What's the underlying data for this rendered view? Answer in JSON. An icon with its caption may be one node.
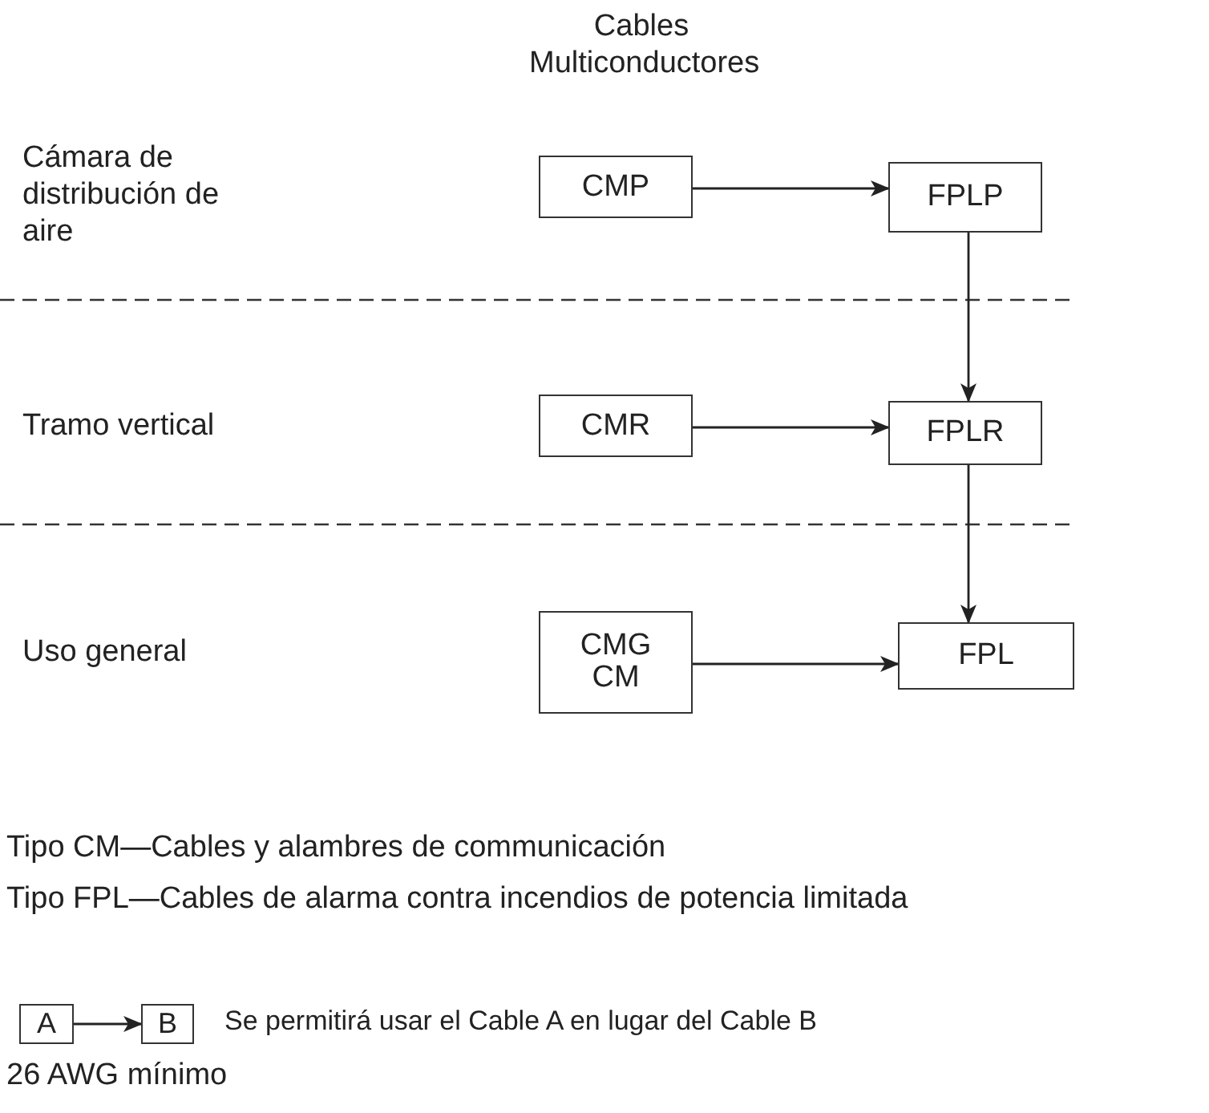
{
  "diagram": {
    "nodes": [
      {
        "text": [
          "CMP"
        ]
      },
      {
        "text": [
          "FPLP"
        ]
      },
      {
        "text": [
          "CMR"
        ]
      },
      {
        "text": [
          "FPLR"
        ]
      },
      {
        "text": [
          "CMG",
          "CM"
        ]
      },
      {
        "text": [
          "FPL"
        ]
      },
      {
        "text": [
          "A"
        ]
      },
      {
        "text": [
          "B"
        ]
      }
    ],
    "edges": [
      {
        "from": 0,
        "to": 1,
        "arrow": "to"
      },
      {
        "from": 1,
        "to": 3,
        "arrow": "to"
      },
      {
        "from": 2,
        "to": 3,
        "arrow": "to"
      },
      {
        "from": 3,
        "to": 5,
        "arrow": "to"
      },
      {
        "from": 4,
        "to": 5,
        "arrow": "to"
      },
      {
        "from": 6,
        "to": 7,
        "arrow": "to"
      }
    ],
    "labels": [
      "Cables Multiconductores",
      "Cámara de distribución de aire",
      "Tramo vertical",
      "Uso general",
      "Tipo CM—Cables y alambres de communicación",
      "Tipo FPL—Cables de alarma contra incendios de potencia limitada",
      "Se permitirá usar el Cable A en lugar del Cable B",
      "26 AWG mínimo"
    ]
  }
}
